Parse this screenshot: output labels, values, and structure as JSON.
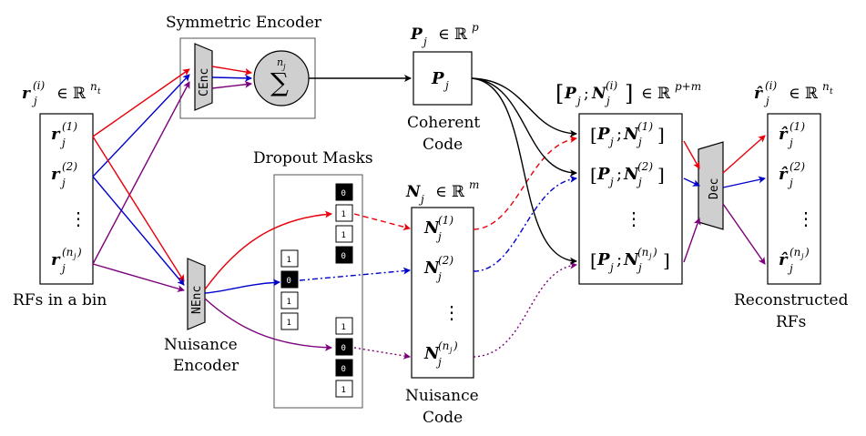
{
  "colors": {
    "red": "#e8000b",
    "blue": "#0000cc",
    "purple": "#7b007b",
    "black": "#000000",
    "grey_fill": "#cfcfcf",
    "mask_dark": "#000000"
  },
  "labels": {
    "symmetric_encoder": "Symmetric Encoder",
    "nuisance_encoder_line1": "Nuisance",
    "nuisance_encoder_line2": "Encoder",
    "dropout_masks": "Dropout Masks",
    "coherent_code_line1": "Coherent",
    "coherent_code_line2": "Code",
    "nuisance_code_line1": "Nuisance",
    "nuisance_code_line2": "Code",
    "rfs_in_bin": "RFs in a bin",
    "reconstructed_line1": "Reconstructed",
    "reconstructed_line2": "RFs"
  },
  "blocks": {
    "cenc": "CEnc",
    "nenc": "NEnc",
    "dec": "Dec",
    "sum_symbol": "∑",
    "sum_sup": "n",
    "sum_sup_sub": "j"
  },
  "math": {
    "input_header": {
      "main": "r",
      "sub": "j",
      "sup": "(i)",
      "rel": "∈ ℝ",
      "dim": "n",
      "dim_sub": "t"
    },
    "input_rows": [
      {
        "main": "r",
        "sub": "j",
        "sup": "(1)"
      },
      {
        "main": "r",
        "sub": "j",
        "sup": "(2)"
      },
      {
        "main": "⋮"
      },
      {
        "main": "r",
        "sub": "j",
        "sup": "(n",
        "sup_sub": "j",
        "sup_end": ")"
      }
    ],
    "p_header": {
      "main": "P",
      "sub": "j",
      "rel": "∈ ℝ",
      "dim": "p"
    },
    "p_cell": {
      "main": "P",
      "sub": "j"
    },
    "n_header": {
      "main": "N",
      "sub": "j",
      "rel": "∈ ℝ",
      "dim": "m"
    },
    "n_rows": [
      {
        "main": "N",
        "sub": "j",
        "sup": "(1)"
      },
      {
        "main": "N",
        "sub": "j",
        "sup": "(2)"
      },
      {
        "main": "⋮"
      },
      {
        "main": "N",
        "sub": "j",
        "sup": "(n",
        "sup_sub": "j",
        "sup_end": ")"
      }
    ],
    "concat_header": {
      "left": "[",
      "p": "P",
      "p_sub": "j",
      "semi": ";",
      "n": "N",
      "n_sub": "j",
      "n_sup": "(i)",
      "right": "]",
      "rel": "∈ ℝ",
      "dim": "p+m"
    },
    "concat_rows": [
      {
        "sup": "(1)"
      },
      {
        "sup": "(2)"
      },
      {
        "dots": "⋮"
      },
      {
        "sup": "(n",
        "sup_sub": "j",
        "sup_end": ")"
      }
    ],
    "output_header": {
      "main": "r̂",
      "sub": "j",
      "sup": "(i)",
      "rel": "∈ ℝ",
      "dim": "n",
      "dim_sub": "t"
    },
    "output_rows": [
      {
        "main": "r̂",
        "sub": "j",
        "sup": "(1)"
      },
      {
        "main": "r̂",
        "sub": "j",
        "sup": "(2)"
      },
      {
        "main": "⋮"
      },
      {
        "main": "r̂",
        "sub": "j",
        "sup": "(n",
        "sup_sub": "j",
        "sup_end": ")"
      }
    ]
  },
  "masks": [
    {
      "name": "mask-column-1",
      "bits": [
        "1",
        "0",
        "1",
        "1"
      ],
      "dark": [
        false,
        true,
        false,
        false
      ]
    },
    {
      "name": "mask-column-2",
      "bits": [
        "0",
        "1",
        "1",
        "0"
      ],
      "dark": [
        true,
        false,
        false,
        true
      ]
    },
    {
      "name": "mask-column-3",
      "bits": [
        "1",
        "0",
        "0",
        "1"
      ],
      "dark": [
        false,
        true,
        true,
        false
      ]
    }
  ]
}
